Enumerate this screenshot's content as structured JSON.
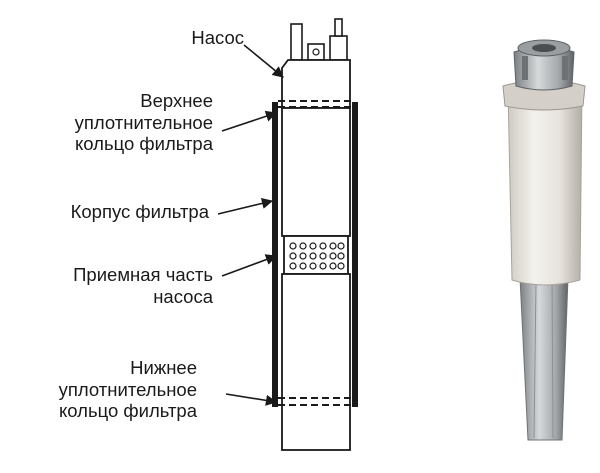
{
  "diagram": {
    "labels": {
      "pump": [
        "Насос"
      ],
      "upper_ring": [
        "Верхнее",
        "уплотнительное",
        "кольцо фильтра"
      ],
      "casing": [
        "Корпус фильтра"
      ],
      "intake": [
        "Приемная часть",
        "насоса"
      ],
      "lower_ring": [
        "Нижнее",
        "уплотнительное",
        "кольцо фильтра"
      ]
    }
  },
  "colors": {
    "ink": "#1a1a1a",
    "filter_body": "#e9e6e1",
    "filter_shadow": "#b9b5ae",
    "pump_metal": "#a7abad",
    "pump_dark": "#6e7275"
  }
}
